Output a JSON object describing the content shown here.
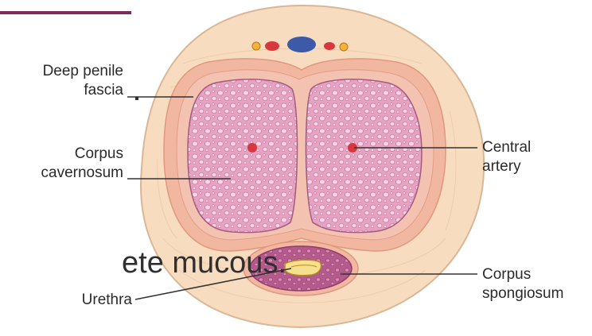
{
  "labels": {
    "deep_penile_fascia": [
      "Deep penile",
      "fascia"
    ],
    "corpus_cavernosum": [
      "Corpus",
      "cavernosum"
    ],
    "central_artery": [
      "Central",
      "artery"
    ],
    "urethra": "Urethra",
    "corpus_spongiosum": [
      "Corpus",
      "spongiosum"
    ]
  },
  "background_text": {
    "bullet": ".",
    "fragment": "ete mucous."
  },
  "colors": {
    "outer_tissue": "#f6d9b9",
    "fascia": "#f0b9a2",
    "cavernosum": "#e8a6c4",
    "spongiosum": "#b45a8a",
    "artery": "#d8373d",
    "vein": "#3c5aa8",
    "accent_bar": "#7a2b5e"
  }
}
